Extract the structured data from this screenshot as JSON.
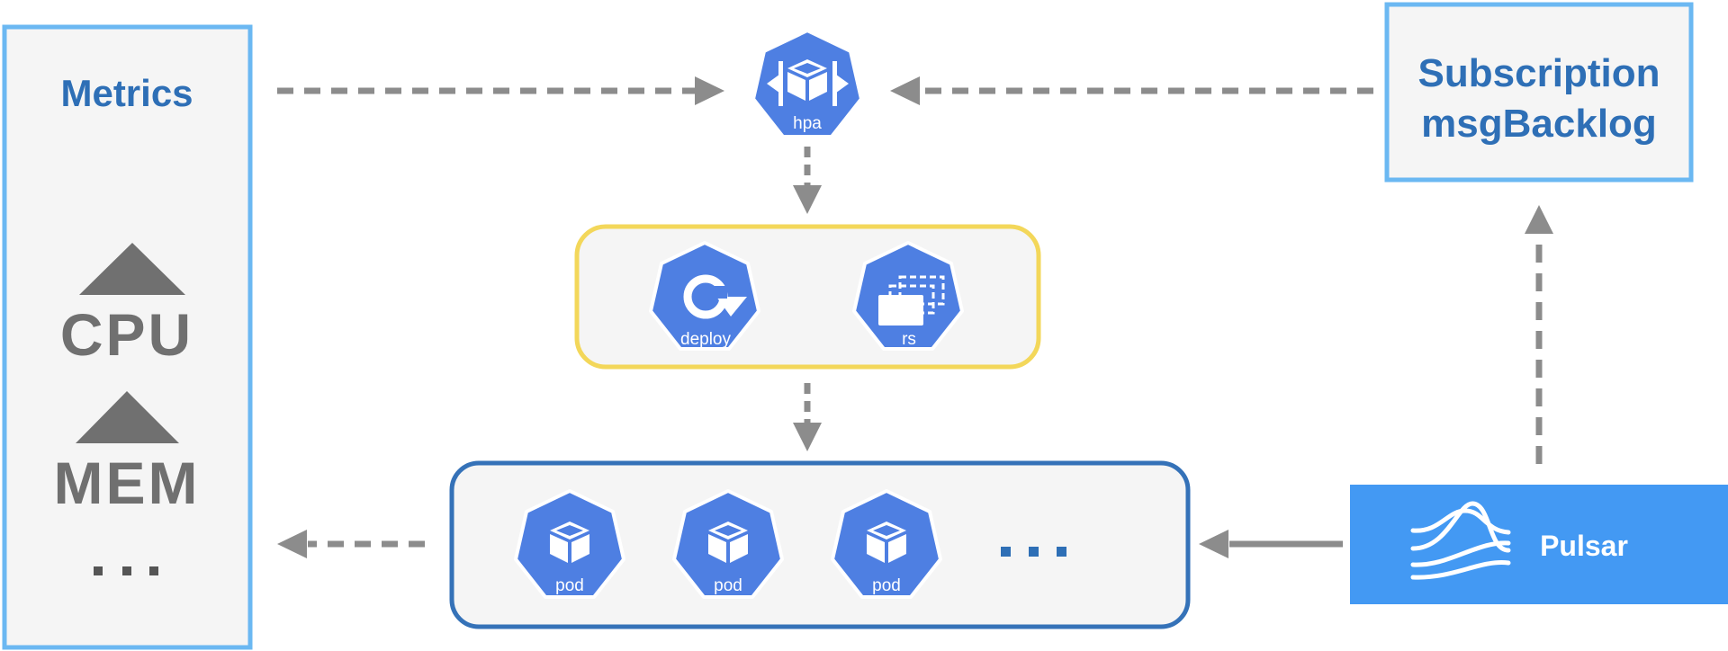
{
  "metrics": {
    "title": "Metrics",
    "cpu": "CPU",
    "mem": "MEM",
    "ellipsis": "..."
  },
  "hpa": {
    "label": "hpa"
  },
  "deploy_group": {
    "deploy_label": "deploy",
    "rs_label": "rs"
  },
  "pods": {
    "items": [
      {
        "label": "pod"
      },
      {
        "label": "pod"
      },
      {
        "label": "pod"
      }
    ],
    "ellipsis": "..."
  },
  "subscription": {
    "line1": "Subscription",
    "line2": "msgBacklog"
  },
  "pulsar": {
    "label": "Pulsar"
  },
  "colors": {
    "k8s_blue": "#4E7FE2",
    "metrics_border": "#6BB8F2",
    "deploy_border": "#F3D75A",
    "pods_border": "#3572B8",
    "pulsar_bg": "#4399F3",
    "title_blue": "#2E6FB6",
    "arrow_gray": "#8C8C8C",
    "metric_gray": "#707070",
    "panel_bg": "#F5F5F5"
  }
}
